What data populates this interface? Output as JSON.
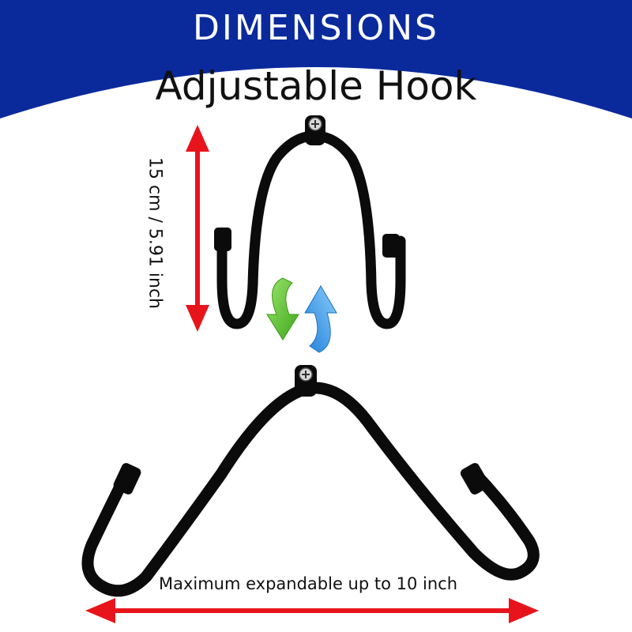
{
  "banner": {
    "title": "DIMENSIONS",
    "color": "#0a2a9c"
  },
  "heading": {
    "title": "Adjustable Hook"
  },
  "height_label": "15 cm / 5.91 inch",
  "width_label": "Maximum expandable up to 10 inch",
  "colors": {
    "arrow": "#e8141c",
    "hook": "#0b0b0b",
    "green_arrow": "#55c21b",
    "blue_arrow": "#3aa0f0"
  }
}
